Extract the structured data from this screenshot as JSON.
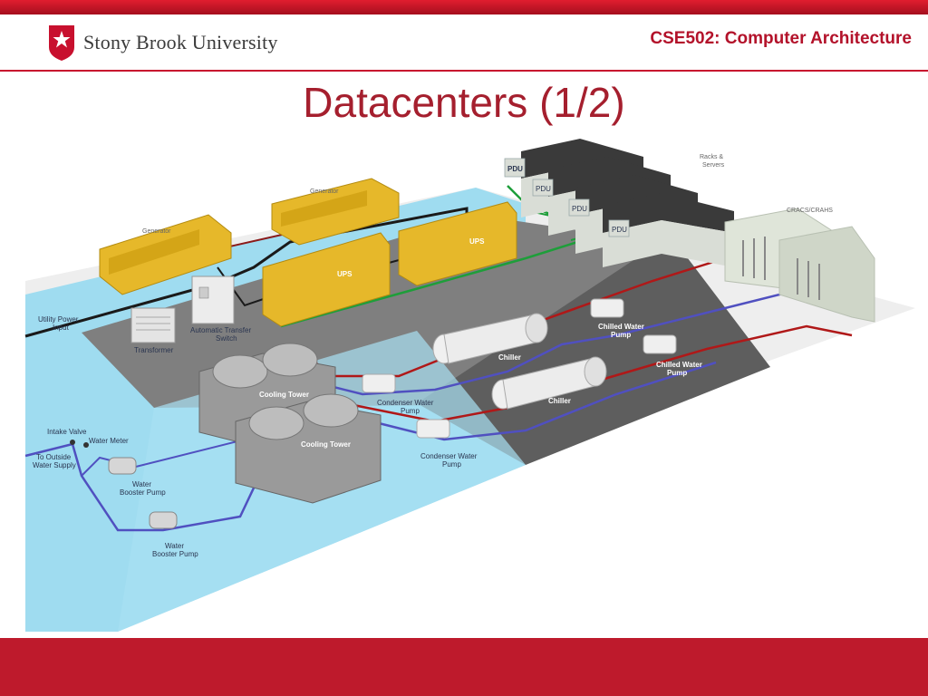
{
  "header": {
    "logo_text": "Stony Brook University",
    "course": "CSE502: Computer Architecture"
  },
  "slide": {
    "title": "Datacenters (1/2)"
  },
  "diagram": {
    "labels": {
      "generator_1": "Generator",
      "generator_2": "Generator",
      "ups_1": "UPS",
      "ups_2": "UPS",
      "pdu_1": "PDU",
      "pdu_2": "PDU",
      "pdu_3": "PDU",
      "pdu_4": "PDU",
      "racks_line1": "Racks &",
      "racks_line2": "Servers",
      "cracs": "CRACS/CRAHS",
      "utility_line1": "Utility Power",
      "utility_line2": "Input",
      "transformer": "Transformer",
      "ats_line1": "Automatic Transfer",
      "ats_line2": "Switch",
      "chiller_1": "Chiller",
      "chiller_2": "Chiller",
      "chilled_pump_1_line1": "Chilled Water",
      "chilled_pump_1_line2": "Pump",
      "chilled_pump_2_line1": "Chilled Water",
      "chilled_pump_2_line2": "Pump",
      "cooling_tower_1": "Cooling Tower",
      "cooling_tower_2": "Cooling Tower",
      "condenser_pump_1_line1": "Condenser Water",
      "condenser_pump_1_line2": "Pump",
      "condenser_pump_2_line1": "Condenser Water",
      "condenser_pump_2_line2": "Pump",
      "intake_valve": "Intake Valve",
      "water_meter": "Water Meter",
      "outside_supply_line1": "To Outside",
      "outside_supply_line2": "Water Supply",
      "booster_pump_1_line1": "Water",
      "booster_pump_1_line2": "Booster Pump",
      "booster_pump_2_line1": "Water",
      "booster_pump_2_line2": "Booster Pump"
    }
  }
}
